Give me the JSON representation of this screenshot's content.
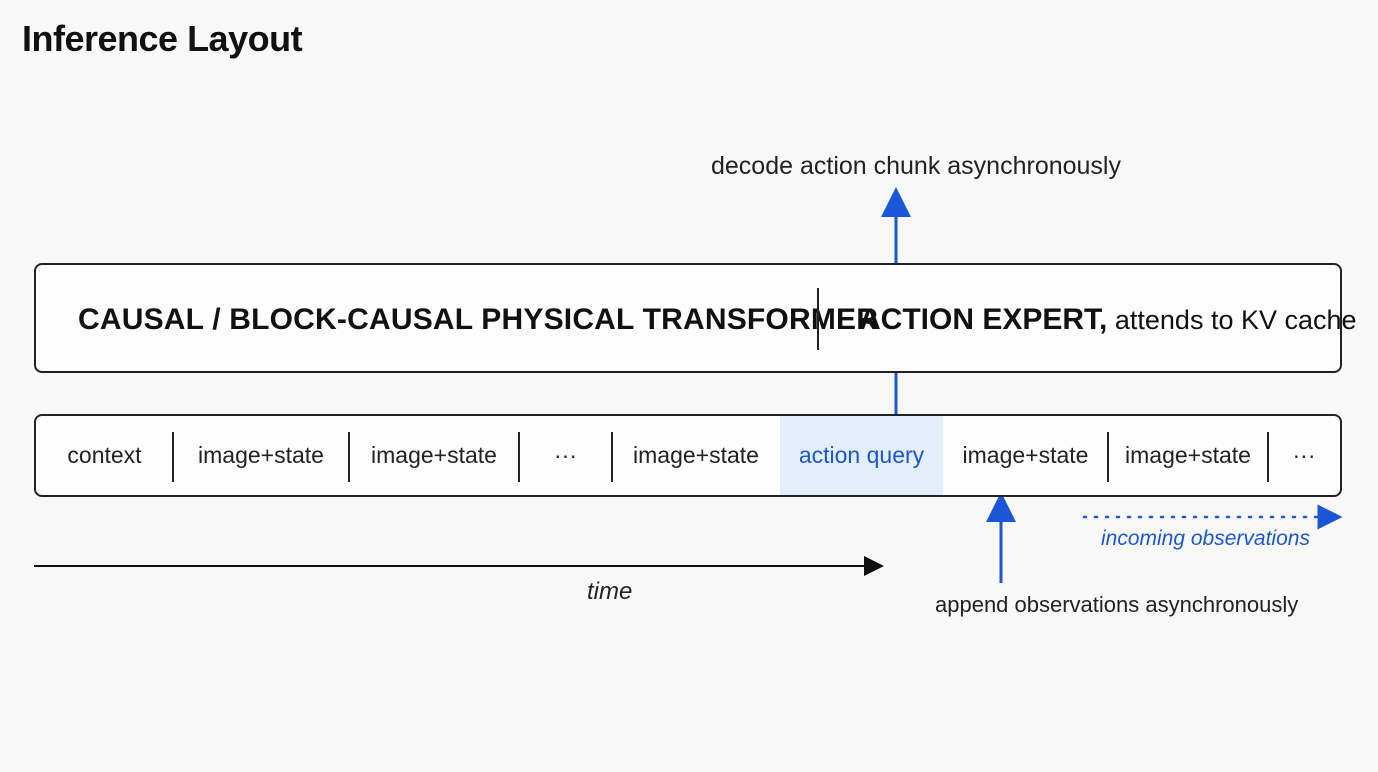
{
  "title": "Inference Layout",
  "decode_label": "decode action chunk asynchronously",
  "transformer": {
    "left_label": "CAUSAL / BLOCK-CAUSAL PHYSICAL TRANSFORMER",
    "right_bold": "ACTION EXPERT,",
    "right_normal": " attends to KV cache"
  },
  "tokens": [
    {
      "label": "context"
    },
    {
      "label": "image+state"
    },
    {
      "label": "image+state"
    },
    {
      "label": "···"
    },
    {
      "label": "image+state"
    },
    {
      "label": "action query",
      "highlight": true
    },
    {
      "label": "image+state"
    },
    {
      "label": "image+state"
    },
    {
      "label": "···"
    }
  ],
  "time_label": "time",
  "append_label": "append observations asynchronously",
  "incoming_label": "incoming observations",
  "colors": {
    "accent": "#1a56d6",
    "highlight_bg": "#e3edfb",
    "line": "#222222"
  }
}
